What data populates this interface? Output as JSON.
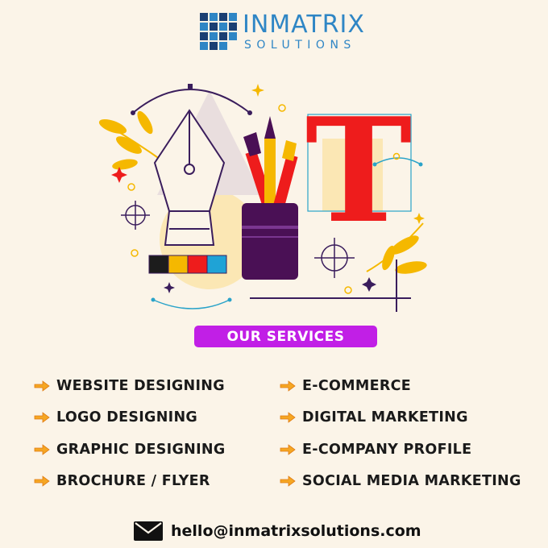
{
  "brand": {
    "name": "INMATRIX",
    "tagline": "SOLUTIONS",
    "color": "#2f86c5"
  },
  "services_heading": "OUR SERVICES",
  "services_left": [
    {
      "label": "WEBSITE DESIGNING"
    },
    {
      "label": "LOGO DESIGNING"
    },
    {
      "label": "GRAPHIC DESIGNING"
    },
    {
      "label": "BROCHURE / FLYER"
    }
  ],
  "services_right": [
    {
      "label": "E-COMMERCE"
    },
    {
      "label": "DIGITAL MARKETING"
    },
    {
      "label": "E-COMPANY PROFILE"
    },
    {
      "label": "SOCIAL MEDIA MARKETING"
    }
  ],
  "contact": {
    "email": "hello@inmatrixsolutions.com",
    "icon": "envelope-icon"
  },
  "colors": {
    "background": "#fbf4e8",
    "accent_purple": "#c11fe6",
    "arrow": "#f5a623",
    "letter_red": "#ee1c1c",
    "deep_purple": "#4a1055"
  },
  "illustration": {
    "letter": "T",
    "swatches": [
      "#1c1c1c",
      "#f5b800",
      "#ee1c1c",
      "#1fa3d6"
    ]
  }
}
